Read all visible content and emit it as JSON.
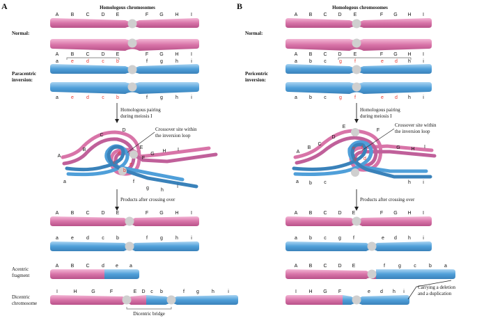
{
  "panels": {
    "A": {
      "letter": "A",
      "title": "Homologous chromosomes",
      "normal_label": "Normal:",
      "inversion_label_1": "Paracentric",
      "inversion_label_2": "inversion:",
      "normal_top_genes": [
        "A",
        "B",
        "C",
        "D",
        "E",
        "F",
        "G",
        "H",
        "I"
      ],
      "normal_bottom_genes": [
        "A",
        "B",
        "C",
        "D",
        "E",
        "F",
        "G",
        "H",
        "I"
      ],
      "inv_top_genes": [
        "a",
        "e",
        "d",
        "c",
        "b",
        "f",
        "g",
        "h",
        "i"
      ],
      "inv_bottom_genes": [
        "a",
        "e",
        "d",
        "c",
        "b",
        "f",
        "g",
        "h",
        "i"
      ],
      "pairing_1": "Homologous pairing",
      "pairing_2": "during meiosis I",
      "crossover_1": "Crossover site within",
      "crossover_2": "the inversion loop",
      "loop_genes": [
        "A",
        "B",
        "C",
        "D",
        "E",
        "F",
        "G",
        "H",
        "I",
        "a",
        "f",
        "g",
        "h",
        "i"
      ],
      "loop_inner": [
        "d",
        "c",
        "e",
        "b"
      ],
      "products": "Products after crossing over",
      "prod1_genes": [
        "A",
        "B",
        "C",
        "D",
        "E",
        "F",
        "G",
        "H",
        "I"
      ],
      "prod2_genes": [
        "a",
        "e",
        "d",
        "c",
        "b",
        "f",
        "g",
        "h",
        "i"
      ],
      "acentric_1": "Acentric",
      "acentric_2": "fragment",
      "acentric_genes": [
        "A",
        "B",
        "C",
        "d",
        "e",
        "a"
      ],
      "dicentric_1": "Dicentric",
      "dicentric_2": "chromosome",
      "dicentric_genes": [
        "I",
        "H",
        "G",
        "F",
        "E",
        "D",
        "c",
        "b",
        "f",
        "g",
        "h",
        "i"
      ],
      "bridge": "Dicentric bridge"
    },
    "B": {
      "letter": "B",
      "title": "Homologous chromosomes",
      "normal_label": "Normal:",
      "inversion_label_1": "Pericentric",
      "inversion_label_2": "inversion:",
      "normal_top_genes": [
        "A",
        "B",
        "C",
        "D",
        "E",
        "F",
        "G",
        "H",
        "I"
      ],
      "normal_bottom_genes": [
        "A",
        "B",
        "C",
        "D",
        "E",
        "F",
        "G",
        "H",
        "I"
      ],
      "inv_top_genes": [
        "a",
        "b",
        "c",
        "g",
        "f",
        "e",
        "d",
        "h",
        "i"
      ],
      "inv_bottom_genes": [
        "a",
        "b",
        "c",
        "g",
        "f",
        "e",
        "d",
        "h",
        "i"
      ],
      "pairing_1": "Homologous pairing",
      "pairing_2": "during meiosis I",
      "crossover_1": "Crossover site within",
      "crossover_2": "the inversion loop",
      "loop_genes": [
        "A",
        "B",
        "C",
        "D",
        "E",
        "F",
        "G",
        "H",
        "I",
        "a",
        "b",
        "c",
        "h",
        "i"
      ],
      "loop_inner": [
        "e",
        "f",
        "g",
        "d"
      ],
      "products": "Products after crossing over",
      "prod1_genes": [
        "A",
        "B",
        "C",
        "D",
        "E",
        "F",
        "G",
        "H",
        "I"
      ],
      "prod2_genes": [
        "a",
        "b",
        "c",
        "g",
        "f",
        "e",
        "d",
        "h",
        "i"
      ],
      "prod3_genes": [
        "A",
        "B",
        "C",
        "D",
        "E",
        "f",
        "g",
        "c",
        "b",
        "a"
      ],
      "prod4_genes": [
        "I",
        "H",
        "G",
        "F",
        "e",
        "d",
        "h",
        "i"
      ],
      "carry_1": "Carrying a deletion",
      "carry_2": "and a duplication"
    }
  },
  "colors": {
    "pink": "#d874a8",
    "pink_light": "#eea7cb",
    "blue": "#4f9fd9",
    "blue_light": "#8fc4ea",
    "centromere": "#cfcfcf",
    "red_label": "#e8372f"
  }
}
